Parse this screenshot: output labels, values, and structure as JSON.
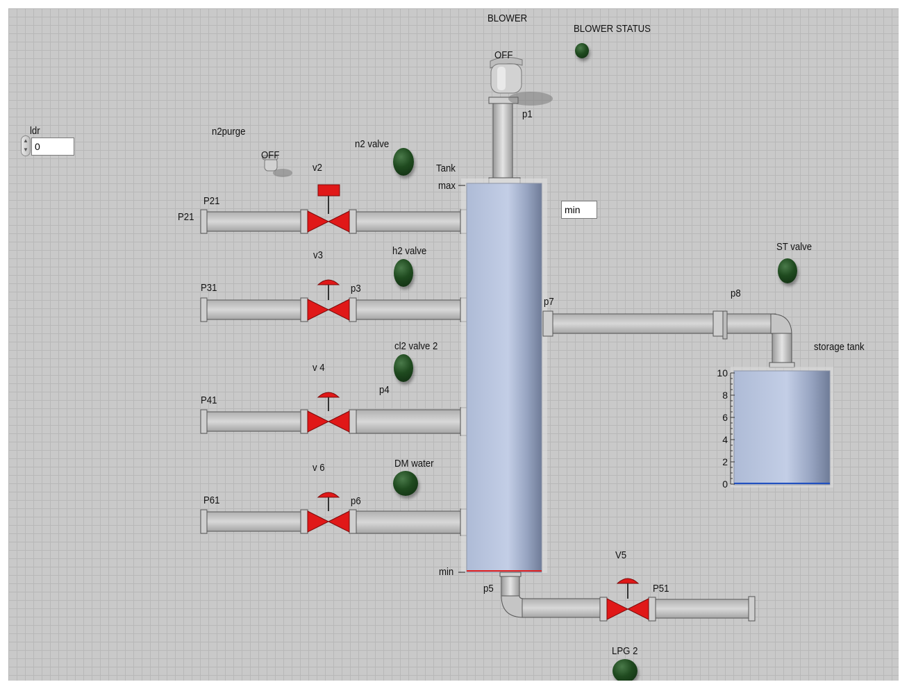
{
  "controls": {
    "ldr": {
      "label": "ldr",
      "value": "0"
    },
    "n2purge": {
      "label": "n2purge",
      "state": "OFF"
    },
    "blower": {
      "label": "BLOWER",
      "state": "OFF"
    }
  },
  "indicators": {
    "blower_status": "BLOWER STATUS",
    "n2_valve": "n2 valve",
    "h2_valve": "h2 valve",
    "cl2_valve": "cl2 valve 2",
    "dm_water": "DM water",
    "st_valve": "ST valve",
    "lpg": "LPG  2"
  },
  "valves": {
    "v2": "v2",
    "v3": "v3",
    "v4": "v 4",
    "v6": "v 6",
    "v5": "V5"
  },
  "pipes": {
    "p21_a": "P21",
    "p21_b": "P21",
    "p31": "P31",
    "p41": "P41",
    "p61": "P61",
    "p1": "p1",
    "p3": "p3",
    "p4": "p4",
    "p6": "p6",
    "p5": "p5",
    "p51": "P51",
    "p7": "p7",
    "p8": "p8"
  },
  "tank": {
    "label": "Tank",
    "max_label": "max",
    "min_label": "min",
    "status_value": "min",
    "level": 0
  },
  "storage_tank": {
    "label": "storage tank",
    "scale_ticks": [
      "10",
      "8",
      "6",
      "4",
      "2",
      "0"
    ],
    "scale_range": [
      0,
      10
    ],
    "level": 0
  },
  "colors": {
    "panel": "#c9c9c9",
    "pipe": "#cfcfcf",
    "valve": "#e01818",
    "led_off": "#1f4a1f",
    "tank_fill": "#b4c2dc"
  }
}
